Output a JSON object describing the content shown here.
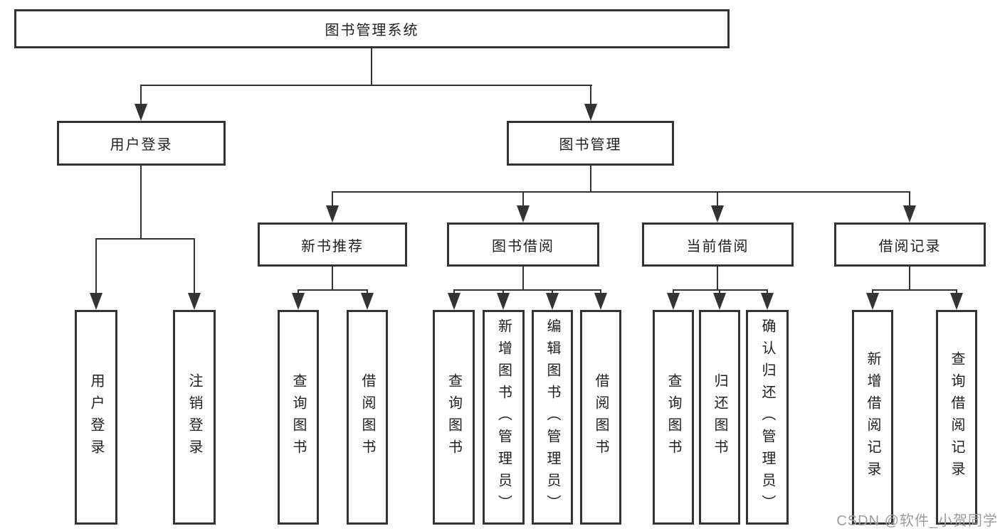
{
  "diagram": {
    "root": "图书管理系统",
    "level2": [
      "用户登录",
      "图书管理"
    ],
    "level3": [
      "新书推荐",
      "图书借阅",
      "当前借阅",
      "借阅记录"
    ],
    "leaves": [
      [
        "用户登录",
        "注销登录"
      ],
      [
        "查询图书",
        "借阅图书"
      ],
      [
        "查询图书",
        "新增图书（管理员）",
        "编辑图书（管理员）",
        "借阅图书"
      ],
      [
        "查询图书",
        "归还图书",
        "确认归还（管理员）"
      ],
      [
        "新增借阅记录",
        "查询借阅记录"
      ]
    ]
  },
  "watermark": "CSDN @软件_小贺同学",
  "colors": {
    "line": "#333333",
    "text": "#1f1f1f",
    "watermark": "#9c9c9c",
    "background": "#ffffff"
  }
}
